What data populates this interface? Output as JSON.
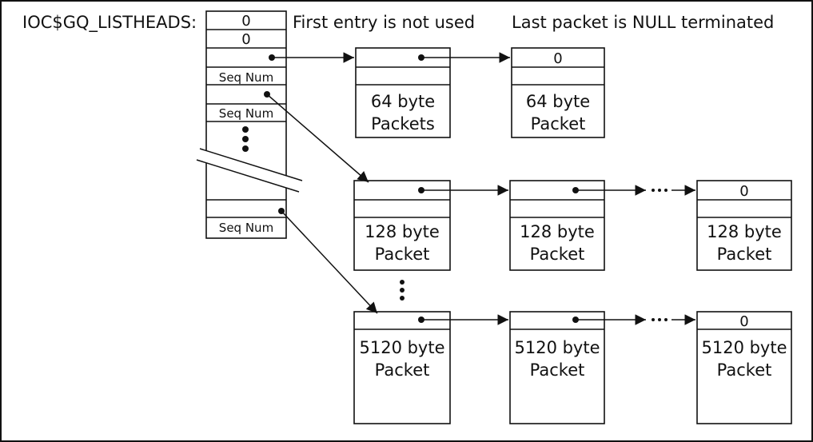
{
  "labels": {
    "listheads": "IOC$GQ_LISTHEADS:",
    "first_entry_note": "First entry is not used",
    "last_packet_note": "Last packet is NULL terminated"
  },
  "listhead_table": {
    "zero_top": "0",
    "zero_second": "0",
    "seq_num": "Seq Num"
  },
  "packets": {
    "null_value": "0",
    "row_64": {
      "first_line1": "64 byte",
      "first_line2": "Packets",
      "second_line1": "64 byte",
      "second_line2": "Packet"
    },
    "row_128": {
      "line1": "128 byte",
      "line2": "Packet"
    },
    "row_5120": {
      "line1": "5120 byte",
      "line2": "Packet"
    }
  }
}
